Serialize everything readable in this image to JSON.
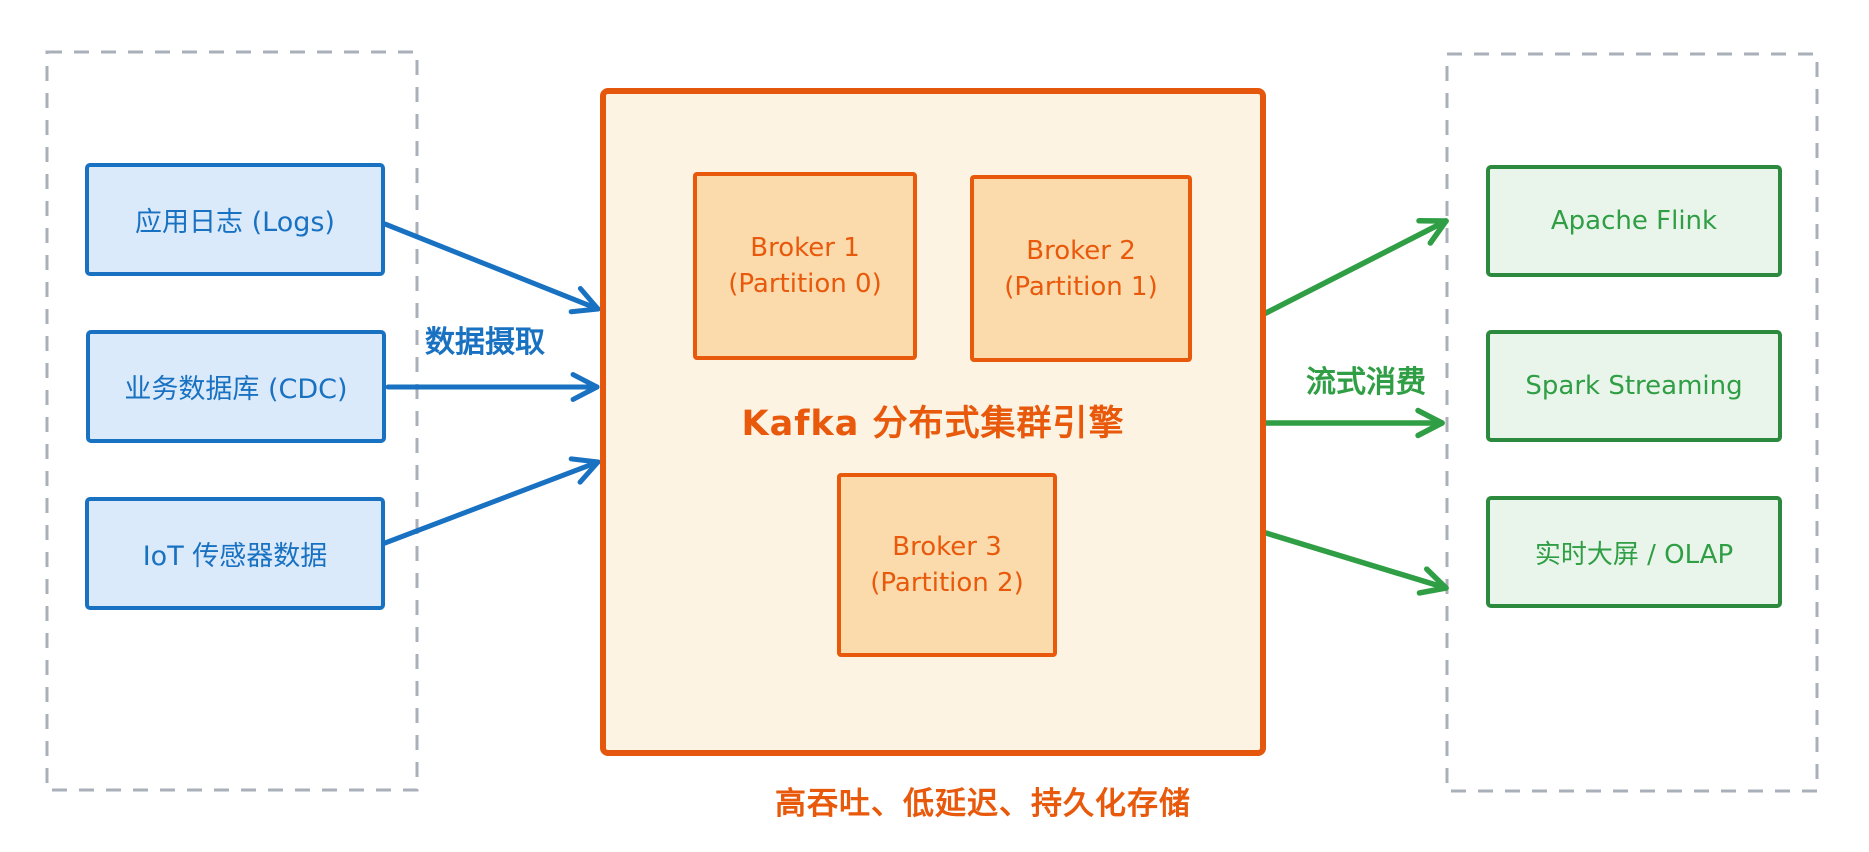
{
  "colors": {
    "blue": "#1971c2",
    "blue_fill": "#dbeafb",
    "orange": "#e8590c",
    "orange_border": "#e4570d",
    "kafka_fill": "#fdf3e3",
    "broker_fill": "#fbdbac",
    "green": "#2f9e44",
    "green_border": "#2b8a3e",
    "green_fill": "#e9f5eb",
    "dashed_gray": "#a9b0ba"
  },
  "sources": {
    "items": [
      {
        "label": "应用日志 (Logs)"
      },
      {
        "label": "业务数据库 (CDC)"
      },
      {
        "label": "IoT 传感器数据"
      }
    ]
  },
  "ingest_label": "数据摄取",
  "kafka": {
    "title": "Kafka 分布式集群引擎",
    "brokers": [
      {
        "name": "Broker 1",
        "partition": "(Partition 0)"
      },
      {
        "name": "Broker 2",
        "partition": "(Partition 1)"
      },
      {
        "name": "Broker 3",
        "partition": "(Partition 2)"
      }
    ],
    "caption": "高吞吐、低延迟、持久化存储"
  },
  "consume_label": "流式消费",
  "consumers": {
    "items": [
      {
        "label": "Apache Flink"
      },
      {
        "label": "Spark Streaming"
      },
      {
        "label": "实时大屏 / OLAP"
      }
    ]
  }
}
